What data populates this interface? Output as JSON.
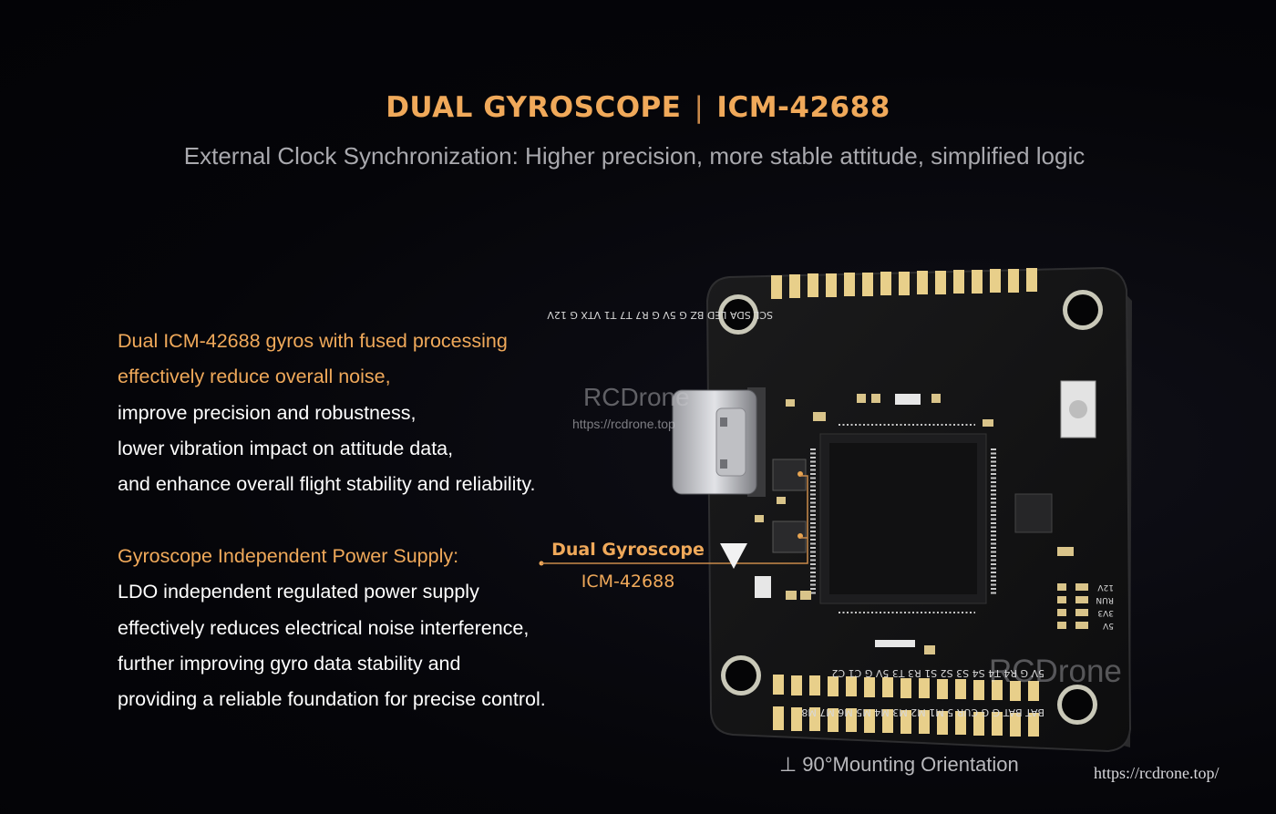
{
  "header": {
    "title_part1": "DUAL GYROSCOPE",
    "separator": "|",
    "title_part2": "ICM-42688",
    "subtitle": "External Clock Synchronization: Higher precision, more stable attitude, simplified logic"
  },
  "block1": {
    "heading_lines": [
      "Dual ICM-42688 gyros with fused processing",
      "effectively reduce overall noise,"
    ],
    "body_lines": [
      "improve precision and robustness,",
      "lower vibration impact on attitude data,",
      "and enhance overall flight stability and reliability."
    ]
  },
  "block2": {
    "heading_lines": [
      "Gyroscope Independent Power Supply:"
    ],
    "body_lines": [
      "LDO independent regulated power supply",
      "effectively reduces electrical noise interference,",
      "further improving gyro data stability and",
      "providing a reliable foundation for precise control."
    ]
  },
  "callout": {
    "line1": "Dual Gyroscope",
    "line2": "ICM-42688"
  },
  "board": {
    "top_pads": "SCL SDA LED BZ G 5V G R7 T7 T1 VTX G 12V",
    "bottom_row1": "5V G R4 T4 S4 S3 S2 S1 R3 T3 5V G C1 C2",
    "bottom_row2": "BAT BAT G G CUR 5 M1 M2 M3 M4 M5 M6 M7 M8",
    "side_labels": [
      "12V",
      "RUN",
      "3V3",
      "5V"
    ]
  },
  "orientation_note": "⊥ 90°Mounting Orientation",
  "watermarks": {
    "brand": "RCDrone",
    "brand_url": "https://rcdrone.top",
    "brand_large": "RCDrone",
    "footer_url": "https://rcdrone.top/"
  },
  "colors": {
    "accent": "#f0a95a",
    "background": "#050509",
    "pcb": "#141414",
    "pad": "#e8cf8a"
  }
}
